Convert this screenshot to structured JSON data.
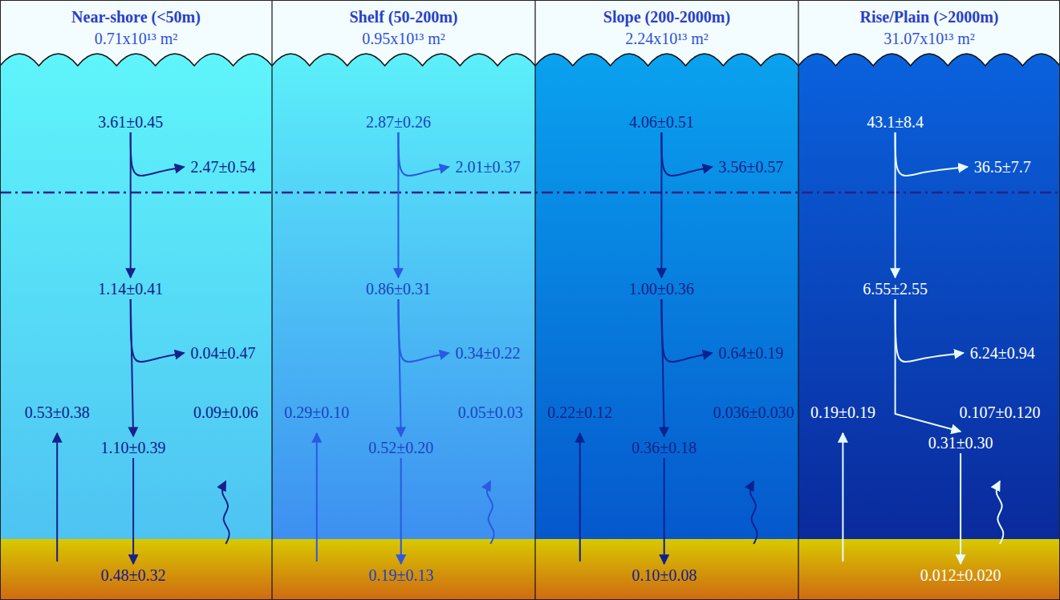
{
  "diagram": {
    "nodes": [
      {
        "text": [
          "Near-shore (<50m)",
          "0.71x10¹³ m²"
        ]
      },
      {
        "text": [
          "3.61±0.45"
        ],
        "in": 0
      },
      {
        "text": [
          "2.47±0.54"
        ],
        "in": 0
      },
      {
        "text": [
          "1.14±0.41"
        ],
        "in": 0
      },
      {
        "text": [
          "0.04±0.47"
        ],
        "in": 0
      },
      {
        "text": [
          "0.53±0.38"
        ],
        "in": 0
      },
      {
        "text": [
          "0.09±0.06"
        ],
        "in": 0
      },
      {
        "text": [
          "1.10±0.39"
        ],
        "in": 0
      },
      {
        "text": [
          "0.48±0.32"
        ],
        "in": 0
      },
      {
        "text": [
          "Shelf (50-200m)",
          "0.95x10¹³ m²"
        ]
      },
      {
        "text": [
          "2.87±0.26"
        ],
        "in": 9
      },
      {
        "text": [
          "2.01±0.37"
        ],
        "in": 9
      },
      {
        "text": [
          "0.86±0.31"
        ],
        "in": 9
      },
      {
        "text": [
          "0.34±0.22"
        ],
        "in": 9
      },
      {
        "text": [
          "0.29±0.10"
        ],
        "in": 9
      },
      {
        "text": [
          "0.05±0.03"
        ],
        "in": 9
      },
      {
        "text": [
          "0.52±0.20"
        ],
        "in": 9
      },
      {
        "text": [
          "0.19±0.13"
        ],
        "in": 9
      },
      {
        "text": [
          "Slope (200-2000m)",
          "2.24x10¹³ m²"
        ]
      },
      {
        "text": [
          "4.06±0.51"
        ],
        "in": 18
      },
      {
        "text": [
          "3.56±0.57"
        ],
        "in": 18
      },
      {
        "text": [
          "1.00±0.36"
        ],
        "in": 18
      },
      {
        "text": [
          "0.64±0.19"
        ],
        "in": 18
      },
      {
        "text": [
          "0.22±0.12"
        ],
        "in": 18
      },
      {
        "text": [
          "0.036±0.030"
        ],
        "in": 18
      },
      {
        "text": [
          "0.36±0.18"
        ],
        "in": 18
      },
      {
        "text": [
          "0.10±0.08"
        ],
        "in": 18
      },
      {
        "text": [
          "Rise/Plain (>2000m)",
          "31.07x10¹³ m²"
        ]
      },
      {
        "text": [
          "43.1±8.4"
        ],
        "in": 27
      },
      {
        "text": [
          "36.5±7.7"
        ],
        "in": 27
      },
      {
        "text": [
          "6.55±2.55"
        ],
        "in": 27
      },
      {
        "text": [
          "6.24±0.94"
        ],
        "in": 27
      },
      {
        "text": [
          "0.19±0.19"
        ],
        "in": 27
      },
      {
        "text": [
          "0.107±0.120"
        ],
        "in": 27
      },
      {
        "text": [
          "0.31±0.30"
        ],
        "in": 27
      },
      {
        "text": [
          "0.012±0.020"
        ],
        "in": 27
      }
    ],
    "edges": [
      {
        "from": 1,
        "to": 3,
        "arrow": "to"
      },
      {
        "from": 1,
        "to": 2,
        "arrow": "to"
      },
      {
        "from": 3,
        "to": 7,
        "arrow": "to"
      },
      {
        "from": 3,
        "to": 4,
        "arrow": "to"
      },
      {
        "from": 7,
        "to": 8,
        "arrow": "to"
      },
      {
        "from": 10,
        "to": 12,
        "arrow": "to"
      },
      {
        "from": 10,
        "to": 11,
        "arrow": "to"
      },
      {
        "from": 12,
        "to": 16,
        "arrow": "to"
      },
      {
        "from": 12,
        "to": 13,
        "arrow": "to"
      },
      {
        "from": 16,
        "to": 17,
        "arrow": "to"
      },
      {
        "from": 19,
        "to": 21,
        "arrow": "to"
      },
      {
        "from": 19,
        "to": 20,
        "arrow": "to"
      },
      {
        "from": 21,
        "to": 25,
        "arrow": "to"
      },
      {
        "from": 21,
        "to": 22,
        "arrow": "to"
      },
      {
        "from": 25,
        "to": 26,
        "arrow": "to"
      },
      {
        "from": 28,
        "to": 30,
        "arrow": "to"
      },
      {
        "from": 28,
        "to": 29,
        "arrow": "to"
      },
      {
        "from": 30,
        "to": 34,
        "arrow": "to"
      },
      {
        "from": 30,
        "to": 31,
        "arrow": "to"
      },
      {
        "from": 34,
        "to": 35,
        "arrow": "to"
      }
    ]
  }
}
